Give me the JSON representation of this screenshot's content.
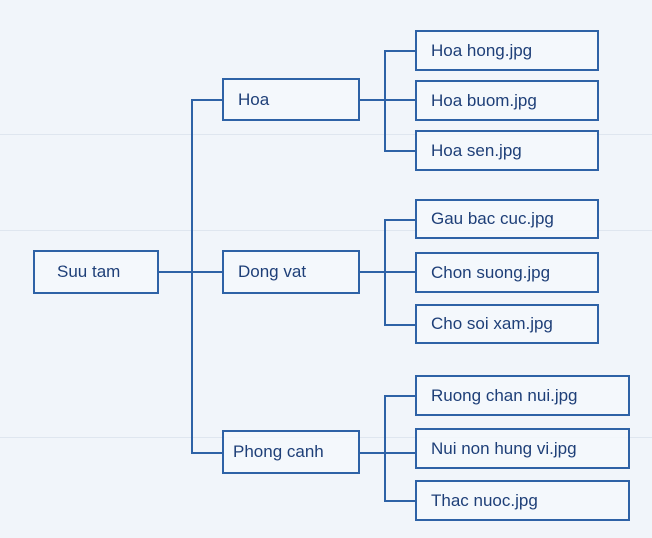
{
  "root": {
    "label": "Suu tam"
  },
  "folders": [
    {
      "label": "Hoa",
      "files": [
        "Hoa hong.jpg",
        "Hoa buom.jpg",
        "Hoa sen.jpg"
      ]
    },
    {
      "label": "Dong vat",
      "files": [
        "Gau bac cuc.jpg",
        "Chon suong.jpg",
        "Cho soi xam.jpg"
      ]
    },
    {
      "label": "Phong canh",
      "files": [
        "Ruong chan nui.jpg",
        "Nui non hung vi.jpg",
        "Thac nuoc.jpg"
      ]
    }
  ],
  "colors": {
    "line": "#2e62a6",
    "text": "#1e3f78",
    "background": "#f1f5fa"
  }
}
